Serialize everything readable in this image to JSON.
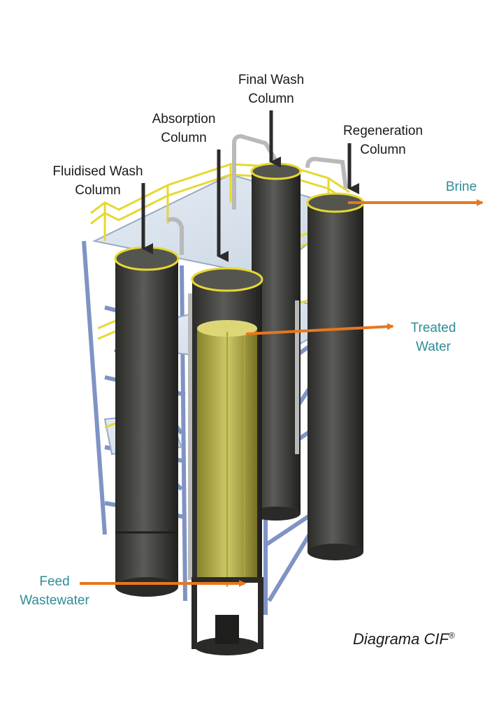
{
  "labels": {
    "final_wash": [
      "Final Wash",
      "Column"
    ],
    "absorption": [
      "Absorption",
      "Column"
    ],
    "regeneration": [
      "Regeneration",
      "Column"
    ],
    "fluidised_wash": [
      "Fluidised Wash",
      "Column"
    ],
    "brine": [
      "Brine"
    ],
    "treated_water": [
      "Treated",
      "Water"
    ],
    "feed_wastewater": [
      "Feed",
      "Wastewater"
    ]
  },
  "caption": {
    "text": "Diagrama CIF",
    "mark": "®"
  },
  "colors": {
    "flow_arrow": "#e8771e",
    "flow_label": "#2e8c97",
    "pointer_arrow": "#2b2b2b",
    "column_dark": "#3a3a38",
    "resin": "#c9c24a",
    "frame": "#7f93c4",
    "railing": "#e6d832",
    "platform": "#d6e2ee"
  }
}
